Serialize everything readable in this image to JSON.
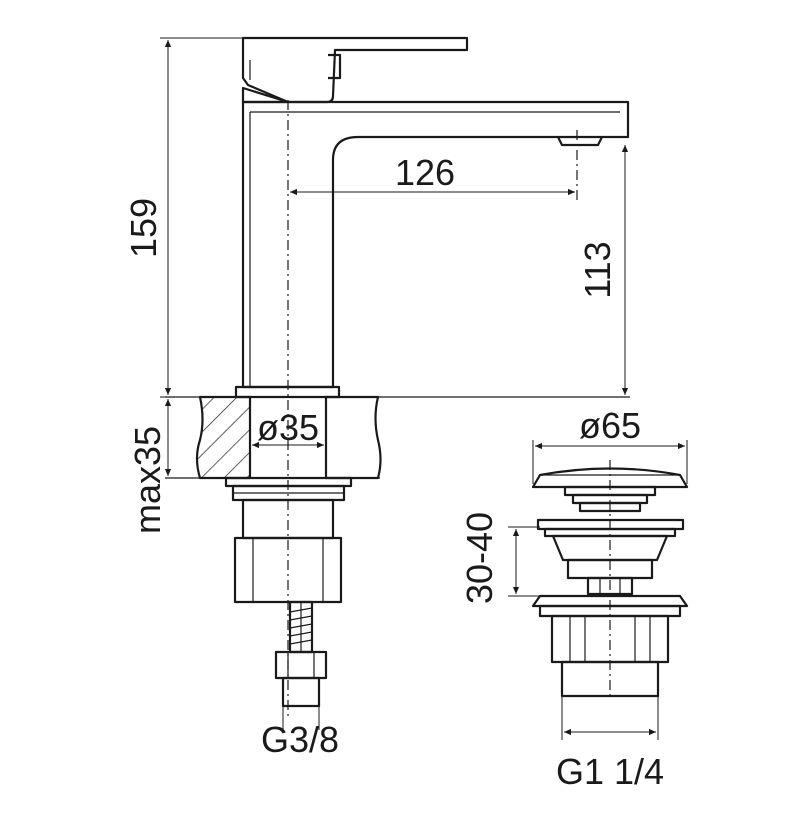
{
  "dimensions": {
    "total_height": "159",
    "spout_reach": "126",
    "spout_height": "113",
    "max_deck_thickness": "max35",
    "hole_diameter": "ø35",
    "waste_diameter": "ø65",
    "waste_range": "30-40"
  },
  "threads": {
    "supply": "G3/8",
    "waste": "G1 1/4"
  }
}
